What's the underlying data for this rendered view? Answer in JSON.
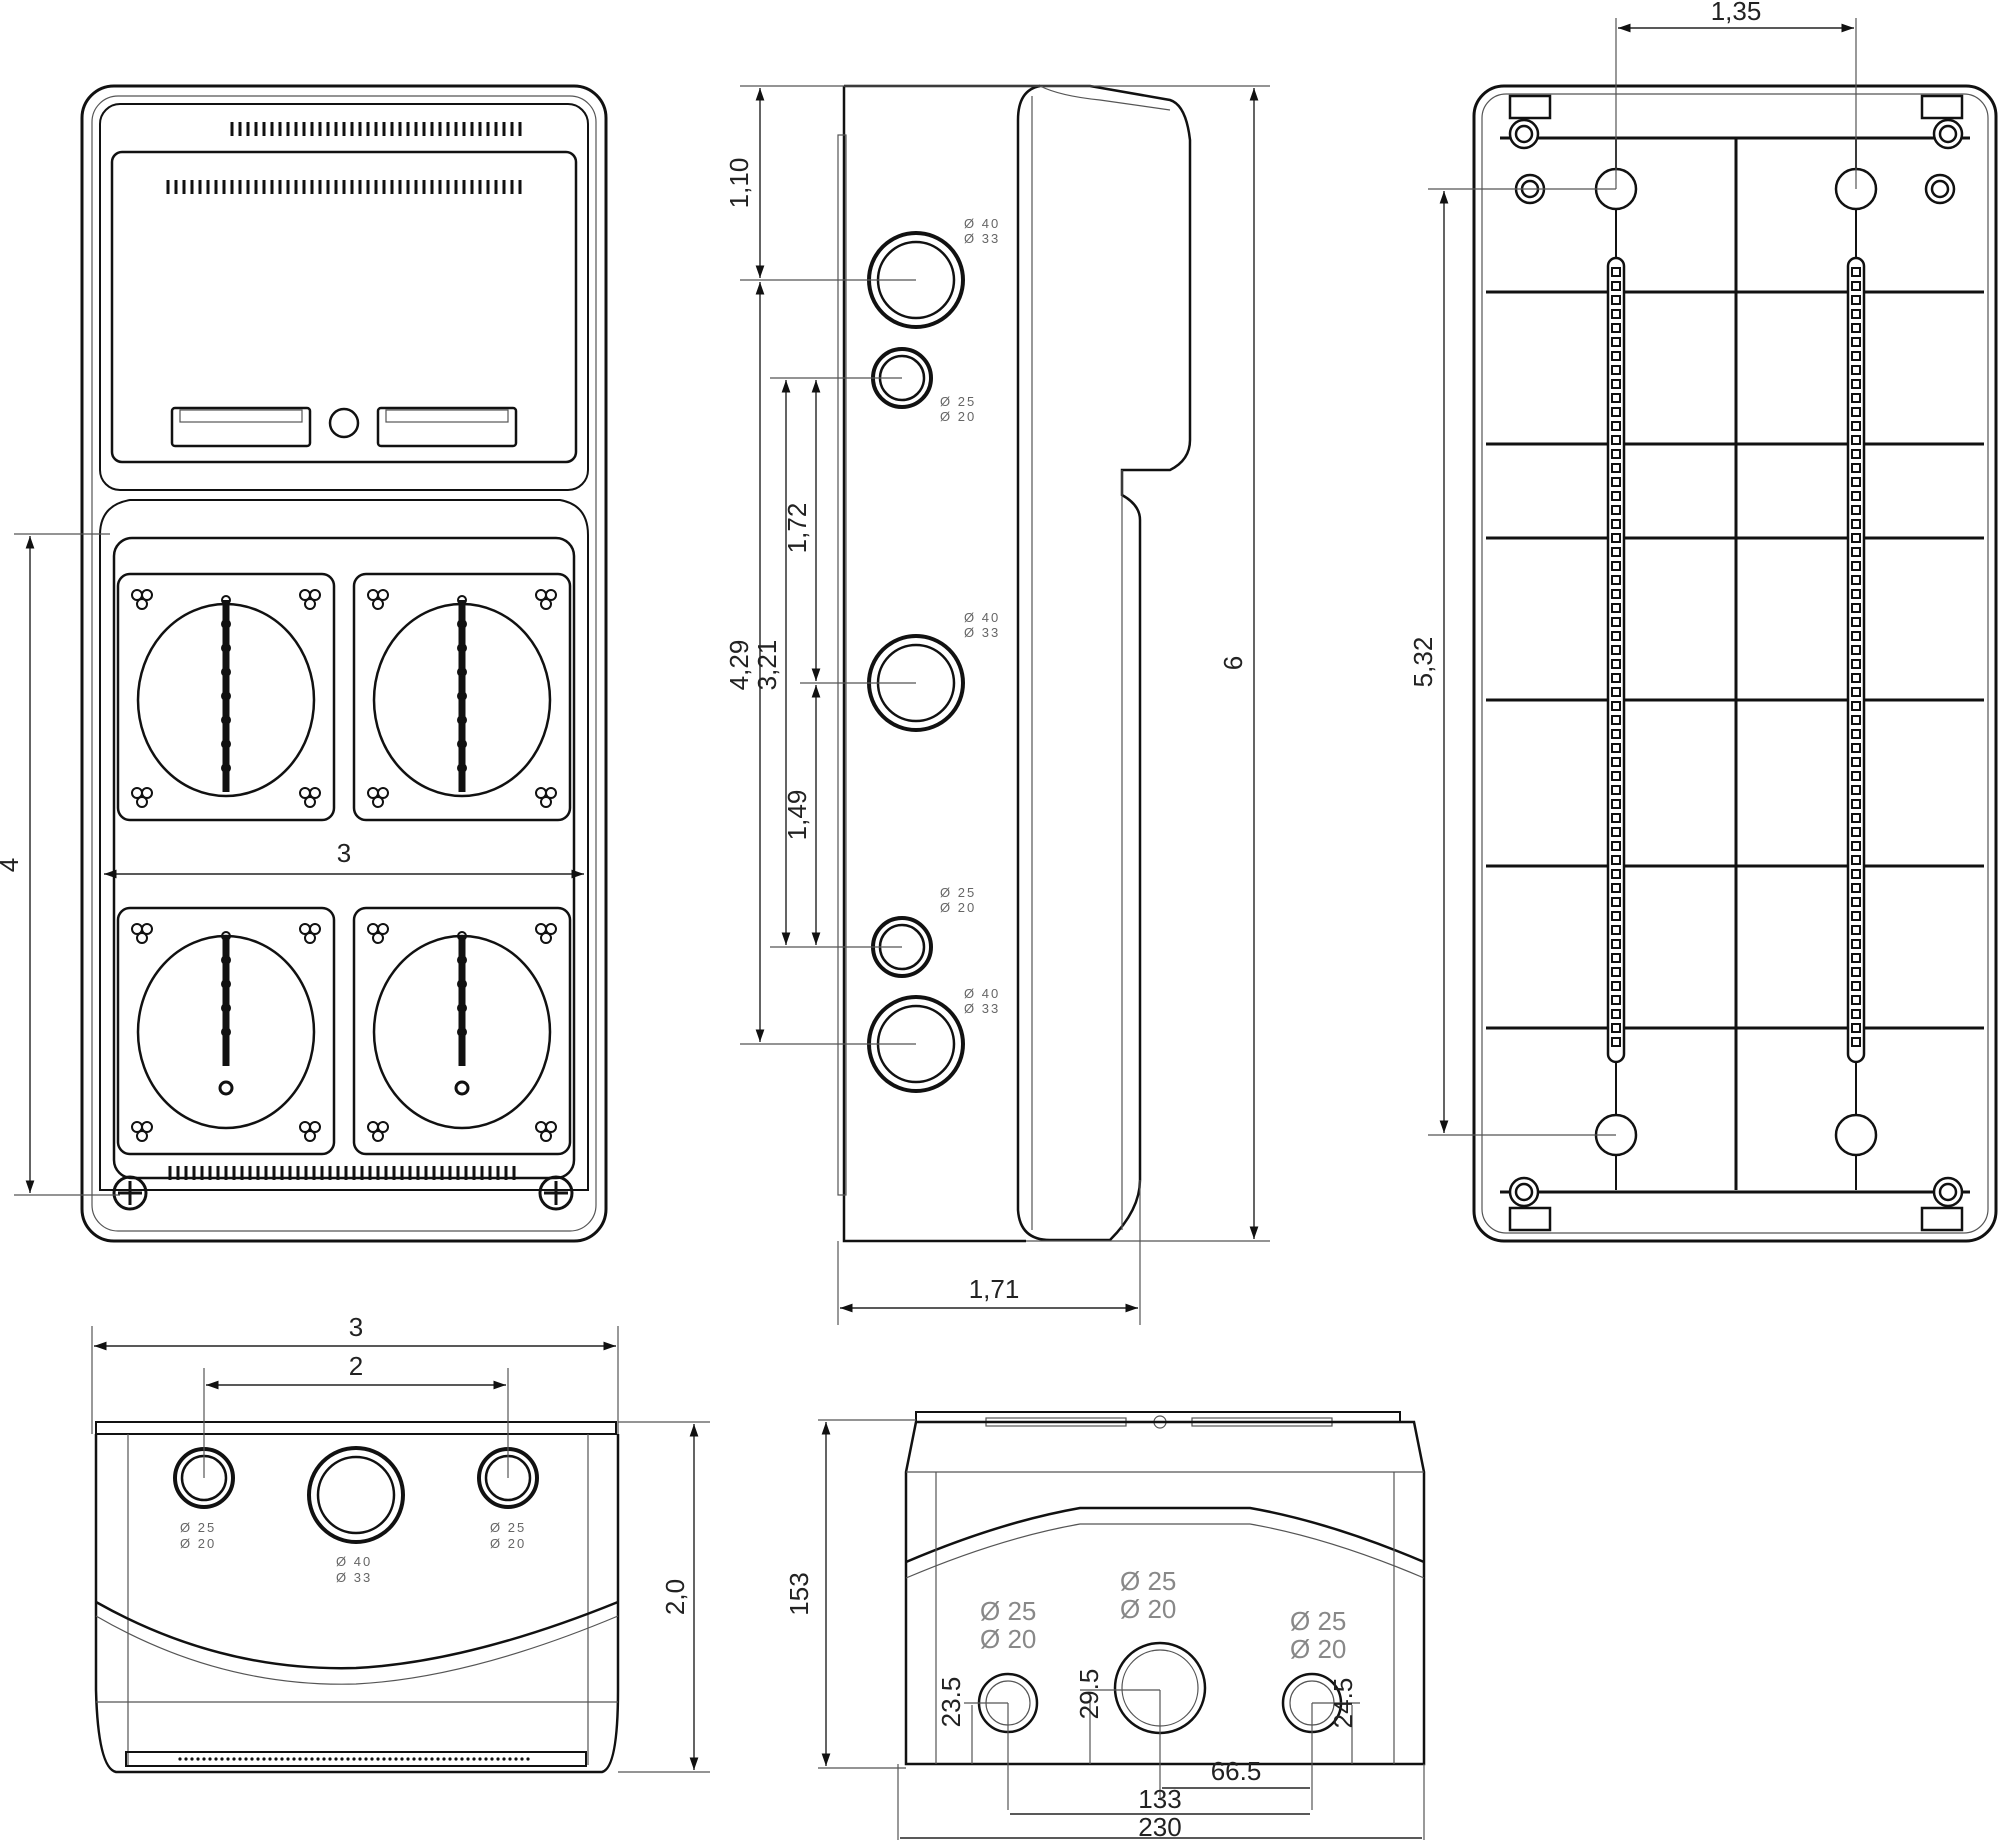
{
  "front_view": {
    "dim_width": "3",
    "dim_height": "4"
  },
  "side_view": {
    "dim_top": "1,10",
    "dim_a": "4,29",
    "dim_b": "3,21",
    "dim_c": "1,72",
    "dim_d": "1,49",
    "dim_height": "6",
    "dim_depth": "1,71",
    "holes": [
      {
        "d1": "Ø 40",
        "d2": "Ø 33"
      },
      {
        "d1": "Ø 25",
        "d2": "Ø 20"
      },
      {
        "d1": "Ø 40",
        "d2": "Ø 33"
      },
      {
        "d1": "Ø 25",
        "d2": "Ø 20"
      },
      {
        "d1": "Ø 40",
        "d2": "Ø 33"
      }
    ]
  },
  "back_view": {
    "dim_spacing": "1,35",
    "dim_height": "5,32"
  },
  "bottom_view": {
    "dim_total": "3",
    "dim_inner": "2",
    "dim_height": "2,0",
    "holes": [
      {
        "d1": "Ø 25",
        "d2": "Ø 20"
      },
      {
        "d1": "Ø 40",
        "d2": "Ø 33"
      },
      {
        "d1": "Ø 25",
        "d2": "Ø 20"
      }
    ]
  },
  "end_view": {
    "dim_height": "153",
    "dim_left": "23.5",
    "dim_mid": "29.5",
    "dim_right": "24.5",
    "dim_66": "66.5",
    "dim_133": "133",
    "dim_230": "230",
    "holes": [
      {
        "d1": "Ø 25",
        "d2": "Ø 20"
      },
      {
        "d1": "Ø 25",
        "d2": "Ø 20"
      },
      {
        "d1": "Ø 25",
        "d2": "Ø 20"
      }
    ]
  }
}
